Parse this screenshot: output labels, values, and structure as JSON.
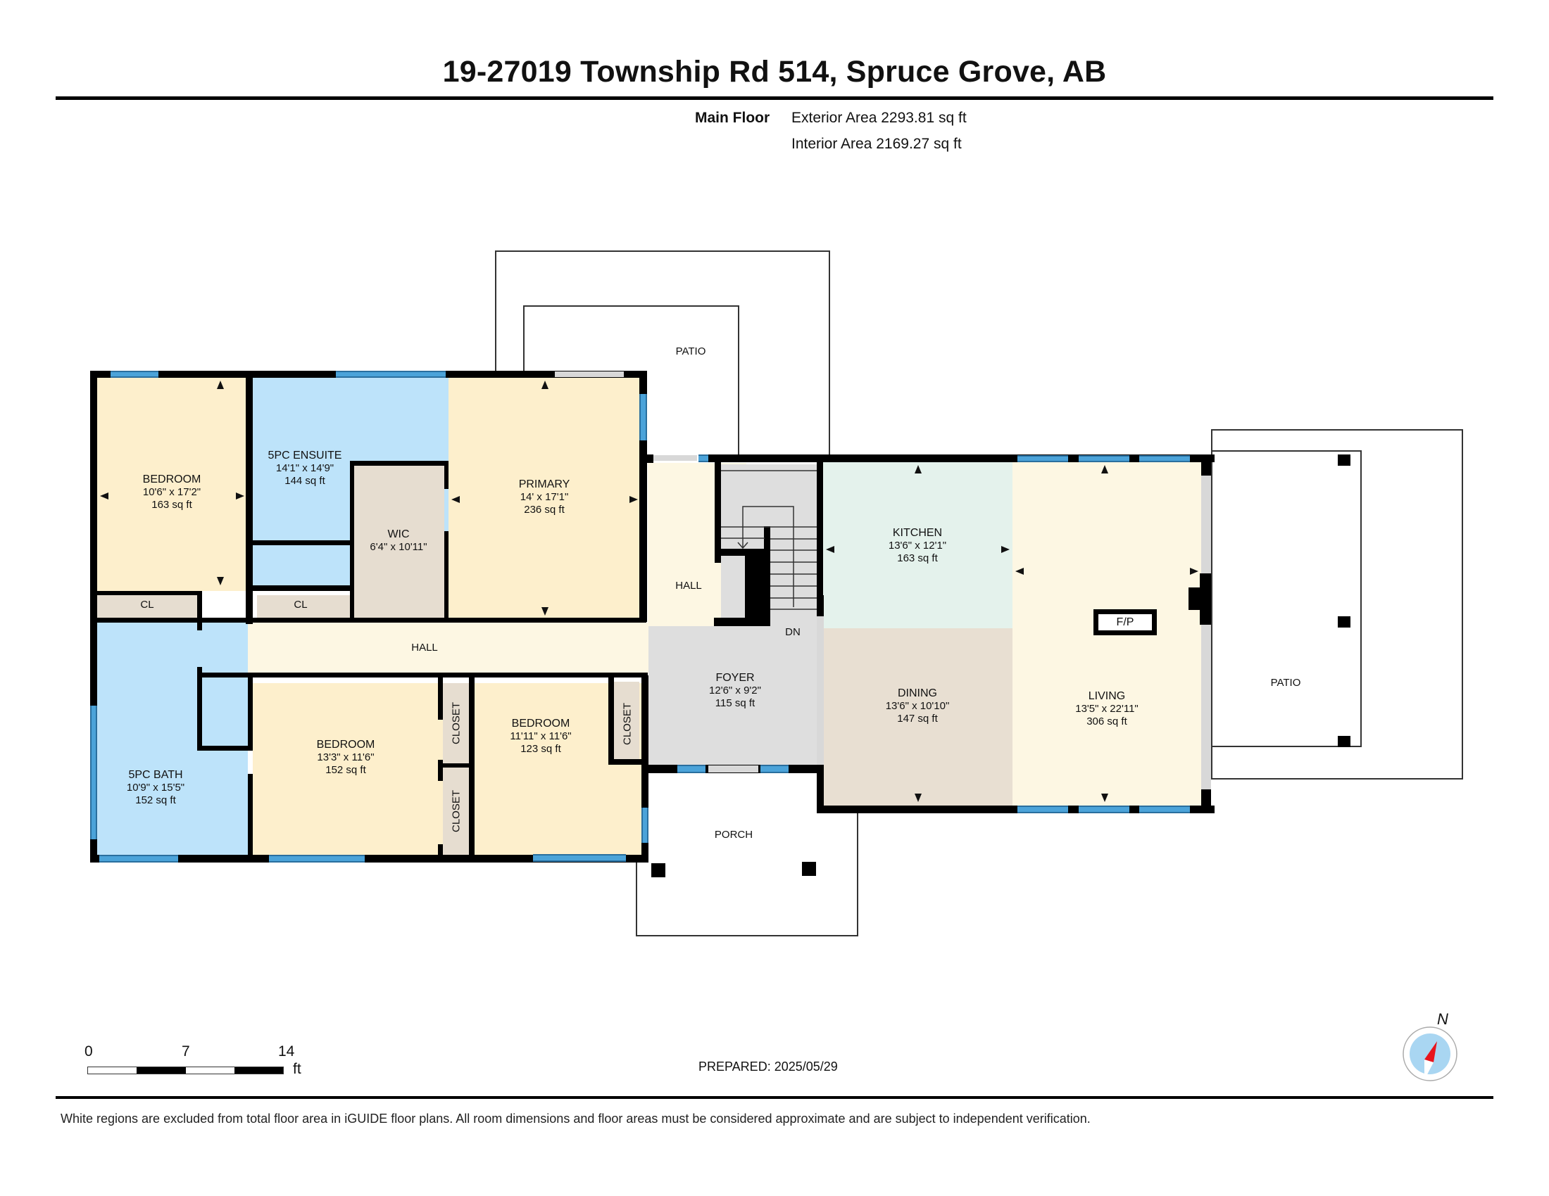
{
  "header": {
    "title": "19-27019 Township Rd 514, Spruce Grove, AB",
    "floor_label": "Main Floor",
    "exterior_area": "Exterior Area 2293.81 sq ft",
    "interior_area": "Interior Area 2169.27 sq ft"
  },
  "rooms": {
    "bedroom_nw": {
      "name": "BEDROOM",
      "dims": "10'6\" x 17'2\"",
      "area": "163 sq ft"
    },
    "ensuite": {
      "name": "5PC ENSUITE",
      "dims": "14'1\" x 14'9\"",
      "area": "144 sq ft"
    },
    "wic": {
      "name": "WIC",
      "dims": "6'4\" x 10'11\""
    },
    "primary": {
      "name": "PRIMARY",
      "dims": "14' x 17'1\"",
      "area": "236 sq ft"
    },
    "cl_1": {
      "name": "CL"
    },
    "cl_2": {
      "name": "CL"
    },
    "hall_main": {
      "name": "HALL"
    },
    "hall_north": {
      "name": "HALL"
    },
    "bath": {
      "name": "5PC BATH",
      "dims": "10'9\" x 15'5\"",
      "area": "152 sq ft"
    },
    "bedroom_s1": {
      "name": "BEDROOM",
      "dims": "13'3\" x 11'6\"",
      "area": "152 sq ft"
    },
    "closet_1": {
      "name": "CLOSET"
    },
    "closet_2": {
      "name": "CLOSET"
    },
    "bedroom_s2": {
      "name": "BEDROOM",
      "dims": "11'11\" x 11'6\"",
      "area": "123 sq ft"
    },
    "closet_3": {
      "name": "CLOSET"
    },
    "foyer": {
      "name": "FOYER",
      "dims": "12'6\" x 9'2\"",
      "area": "115 sq ft"
    },
    "stairs": {
      "name": "DN"
    },
    "kitchen": {
      "name": "KITCHEN",
      "dims": "13'6\" x 12'1\"",
      "area": "163 sq ft"
    },
    "dining": {
      "name": "DINING",
      "dims": "13'6\" x 10'10\"",
      "area": "147 sq ft"
    },
    "living": {
      "name": "LIVING",
      "dims": "13'5\" x 22'11\"",
      "area": "306 sq ft"
    },
    "fireplace": {
      "name": "F/P"
    },
    "patio_north": {
      "name": "PATIO"
    },
    "patio_east": {
      "name": "PATIO"
    },
    "porch": {
      "name": "PORCH"
    }
  },
  "colors": {
    "bedroom": "#fdefcc",
    "bath": "#bde3fa",
    "closet": "#e6ddd0",
    "hall": "#fdf7e3",
    "foyer": "#dedede",
    "kitchen": "#e4f2ec",
    "dining": "#e8dfd2",
    "living": "#fdf7e3",
    "window": "#4ba3d9",
    "wall": "#000000",
    "compass_north": "#e8141c",
    "compass_ring": "#a9d6f2"
  },
  "scale_bar": {
    "ticks": [
      "0",
      "7",
      "14"
    ],
    "unit": "ft"
  },
  "prepared": "PREPARED: 2025/05/29",
  "compass": {
    "label": "N"
  },
  "footer": {
    "note": "White regions are excluded from total floor area in iGUIDE floor plans. All room dimensions and floor areas must be considered approximate and are subject to independent verification."
  }
}
